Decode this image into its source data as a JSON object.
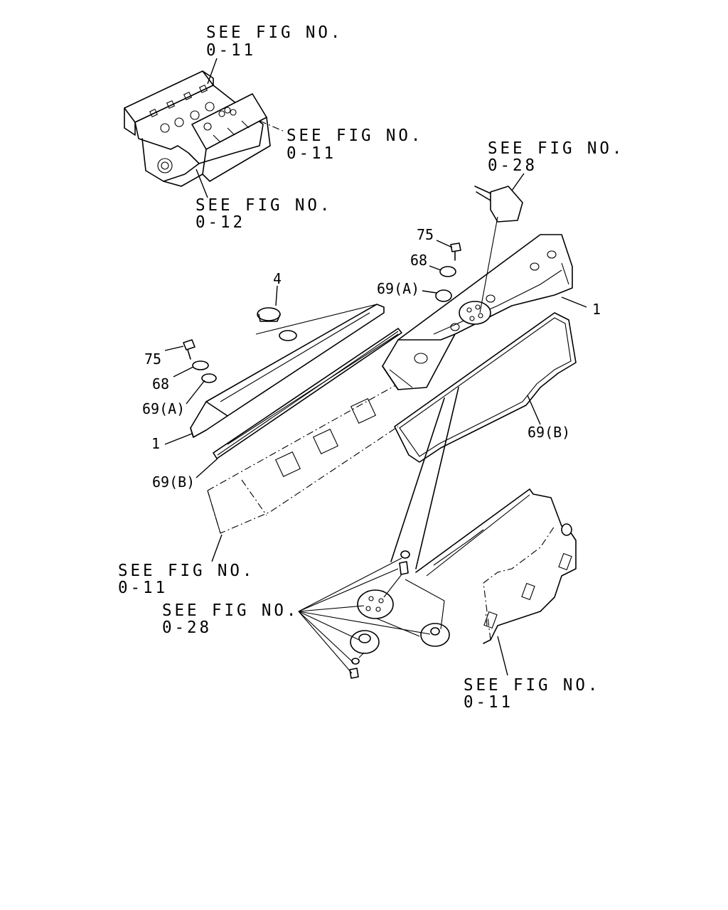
{
  "refs": {
    "fig_0_11_top_line1": "SEE FIG NO.",
    "fig_0_11_top_line2": "0-11",
    "fig_0_11_mid_line1": "SEE FIG NO.",
    "fig_0_11_mid_line2": "0-11",
    "fig_0_12_line1": "SEE FIG NO.",
    "fig_0_12_line2": "0-12",
    "fig_0_28_top_line1": "SEE FIG NO.",
    "fig_0_28_top_line2": "0-28",
    "fig_0_11_left_line1": "SEE FIG NO.",
    "fig_0_11_left_line2": "0-11",
    "fig_0_28_bottom_line1": "SEE FIG NO.",
    "fig_0_28_bottom_line2": "0-28",
    "fig_0_11_bottom_line1": "SEE FIG NO.",
    "fig_0_11_bottom_line2": "0-11"
  },
  "parts": {
    "p75_right": "75",
    "p68_right": "68",
    "p69a_right": "69(A)",
    "p1_right": "1",
    "p69b_right": "69(B)",
    "p4": "4",
    "p75_left": "75",
    "p68_left": "68",
    "p69a_left": "69(A)",
    "p1_left": "1",
    "p69b_left": "69(B)"
  }
}
